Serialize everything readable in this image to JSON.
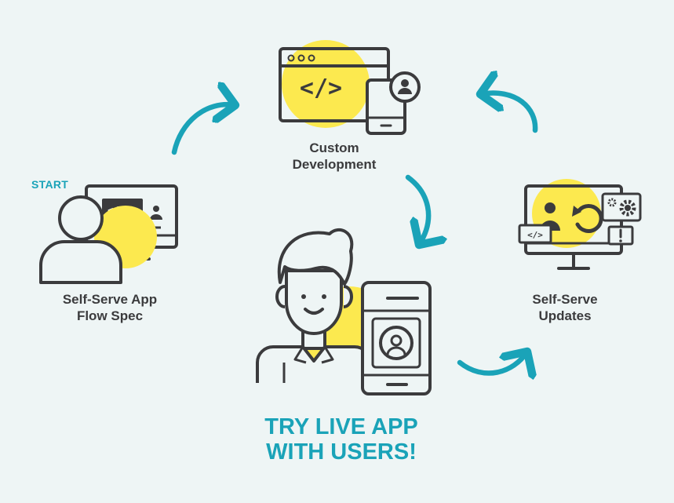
{
  "start": "START",
  "steps": {
    "custom_development": [
      "Custom",
      "Development"
    ],
    "self_serve_spec": [
      "Self-Serve App",
      "Flow Spec"
    ],
    "self_serve_updates": [
      "Self-Serve",
      "Updates"
    ]
  },
  "cta": [
    "TRY LIVE APP",
    "WITH USERS!"
  ],
  "code_glyph": "</>",
  "colors": {
    "background": "#eef5f5",
    "accent": "#1aa3b8",
    "highlight": "#fce94f",
    "stroke": "#3b3b3d"
  }
}
